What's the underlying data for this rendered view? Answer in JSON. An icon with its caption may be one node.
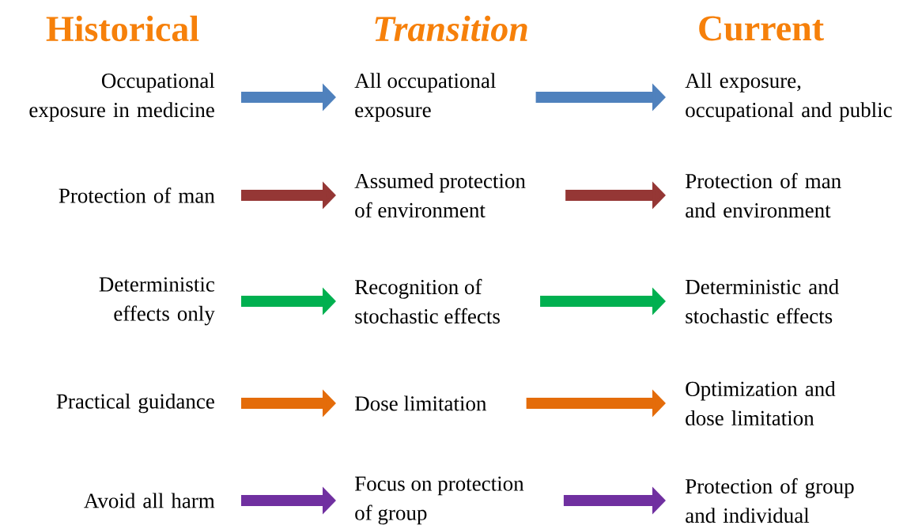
{
  "diagram": {
    "nodes": [
      {
        "text": [
          "Occupational exposure in medicine"
        ]
      },
      {
        "text": [
          "All occupational exposure"
        ]
      },
      {
        "text": [
          "All exposure, occupational and public"
        ]
      },
      {
        "text": [
          "Protection of man"
        ]
      },
      {
        "text": [
          "Assumed protection of environment"
        ]
      },
      {
        "text": [
          "Protection of man and environment"
        ]
      },
      {
        "text": [
          "Deterministic effects only"
        ]
      },
      {
        "text": [
          "Recognition of stochastic effects"
        ]
      },
      {
        "text": [
          "Deterministic and stochastic effects"
        ]
      },
      {
        "text": [
          "Practical guidance"
        ]
      },
      {
        "text": [
          "Dose limitation"
        ]
      },
      {
        "text": [
          "Optimization and dose limitation"
        ]
      },
      {
        "text": [
          "Avoid all harm"
        ]
      },
      {
        "text": [
          "Focus on protection of group"
        ]
      },
      {
        "text": [
          "Protection of group and individual"
        ]
      }
    ],
    "edges": [
      {
        "from": 0,
        "to": 1,
        "arrow": "to",
        "color": "#4f81bd"
      },
      {
        "from": 1,
        "to": 2,
        "arrow": "to",
        "color": "#4f81bd"
      },
      {
        "from": 3,
        "to": 4,
        "arrow": "to",
        "color": "#953735"
      },
      {
        "from": 4,
        "to": 5,
        "arrow": "to",
        "color": "#953735"
      },
      {
        "from": 6,
        "to": 7,
        "arrow": "to",
        "color": "#00b050"
      },
      {
        "from": 7,
        "to": 8,
        "arrow": "to",
        "color": "#00b050"
      },
      {
        "from": 9,
        "to": 10,
        "arrow": "to",
        "color": "#e46c0a"
      },
      {
        "from": 10,
        "to": 11,
        "arrow": "to",
        "color": "#e46c0a"
      },
      {
        "from": 12,
        "to": 13,
        "arrow": "to",
        "color": "#7030a0"
      },
      {
        "from": 13,
        "to": 14,
        "arrow": "to",
        "color": "#7030a0"
      }
    ],
    "labels": [
      "Historical",
      "Transition",
      "Current"
    ]
  }
}
